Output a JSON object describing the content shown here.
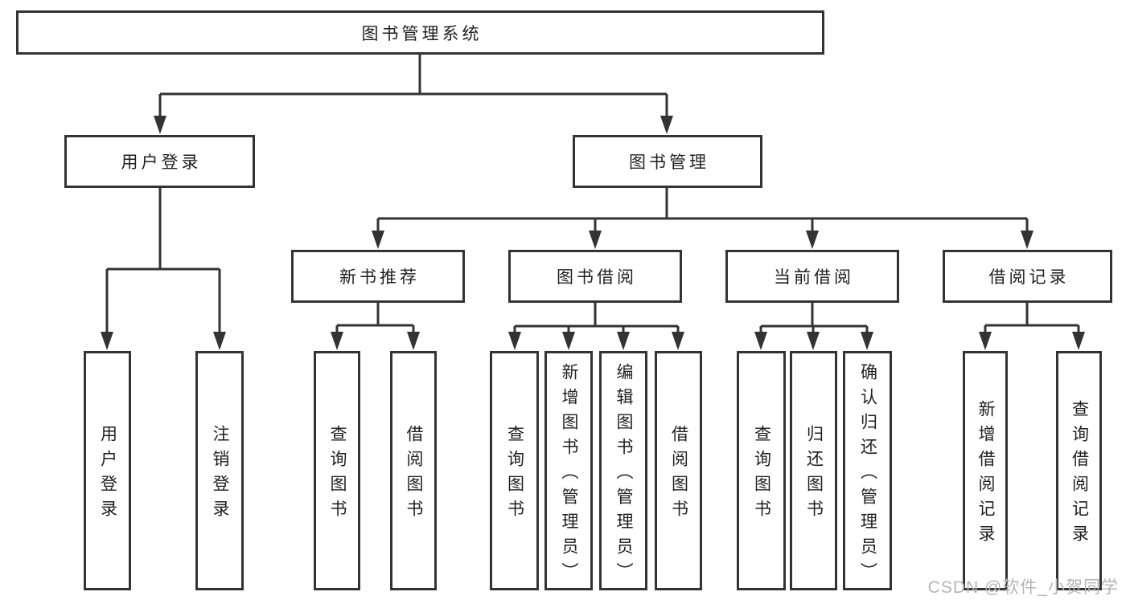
{
  "colors": {
    "line": "#333333",
    "text": "#1f1f1f",
    "node_background": "#ffffff",
    "watermark": "#b5b5b5",
    "background": "#ffffff"
  },
  "watermark": {
    "text": "CSDN @软件_小贺同学"
  },
  "diagram": {
    "type": "hierarchy-tree",
    "tree": {
      "label": "图书管理系统",
      "children": [
        {
          "label": "用户登录",
          "children": [
            "用户登录",
            "注销登录"
          ]
        },
        {
          "label": "图书管理",
          "children": [
            {
              "label": "新书推荐",
              "children": [
                "查询图书",
                "借阅图书"
              ]
            },
            {
              "label": "图书借阅",
              "children": [
                "查询图书",
                "新增图书（管理员）",
                "编辑图书（管理员）",
                "借阅图书"
              ]
            },
            {
              "label": "当前借阅",
              "children": [
                "查询图书",
                "归还图书",
                "确认归还（管理员）"
              ]
            },
            {
              "label": "借阅记录",
              "children": [
                "新增借阅记录",
                "查询借阅记录"
              ]
            }
          ]
        }
      ]
    }
  }
}
